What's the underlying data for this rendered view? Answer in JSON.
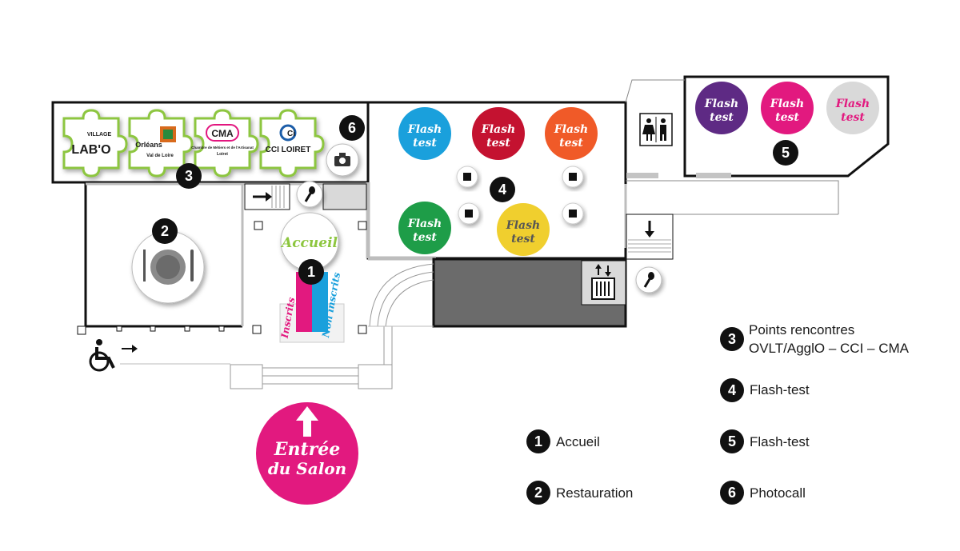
{
  "colors": {
    "wall": "#111111",
    "pink": "#e2197f",
    "blue": "#1aa0dc",
    "red": "#c41230",
    "orange": "#f05a28",
    "green": "#1e9d48",
    "yellow": "#f0cf2e",
    "purple": "#5e2a84",
    "grey": "#d9d9d9",
    "lime": "#8dc63f",
    "dark_area": "#6b6b6b"
  },
  "entrance": {
    "line1": "Entrée",
    "line2": "du Salon"
  },
  "accueil": {
    "label": "Accueil",
    "inscrits": "Inscrits",
    "non_inscrits": "Non inscrits"
  },
  "flash_tables": [
    {
      "line1": "Flash",
      "line2": "test"
    },
    {
      "line1": "Flash",
      "line2": "test"
    },
    {
      "line1": "Flash",
      "line2": "test"
    },
    {
      "line1": "Flash",
      "line2": "test"
    },
    {
      "line1": "Flash",
      "line2": "test"
    },
    {
      "line1": "Flash",
      "line2": "test"
    },
    {
      "line1": "Flash",
      "line2": "test"
    },
    {
      "line1": "Flash",
      "line2": "test"
    }
  ],
  "logos": [
    {
      "name": "LAB'O",
      "sub": "VILLAGE"
    },
    {
      "name": "Orléans",
      "sub": "Val de Loire"
    },
    {
      "name": "CMA",
      "sub": "Chambre de Métiers et de l'Artisanat",
      "sub2": "Loiret"
    },
    {
      "name": "CCI LOIRET",
      "sub": "Ci"
    }
  ],
  "markers": [
    "1",
    "2",
    "3",
    "4",
    "5",
    "6"
  ],
  "legend": [
    {
      "num": "1",
      "text": "Accueil"
    },
    {
      "num": "2",
      "text": "Restauration"
    },
    {
      "num": "3",
      "text": "Points rencontres",
      "text2": "OVLT/AgglO – CCI – CMA"
    },
    {
      "num": "4",
      "text": "Flash-test"
    },
    {
      "num": "5",
      "text": "Flash-test"
    },
    {
      "num": "6",
      "text": "Photocall"
    }
  ],
  "icons": [
    "restaurant-icon",
    "camera-icon",
    "microphone-icon",
    "elevator-icon",
    "restroom-icon",
    "wheelchair-icon",
    "arrow-right-icon",
    "arrow-down-icon",
    "arrow-up-icon"
  ]
}
